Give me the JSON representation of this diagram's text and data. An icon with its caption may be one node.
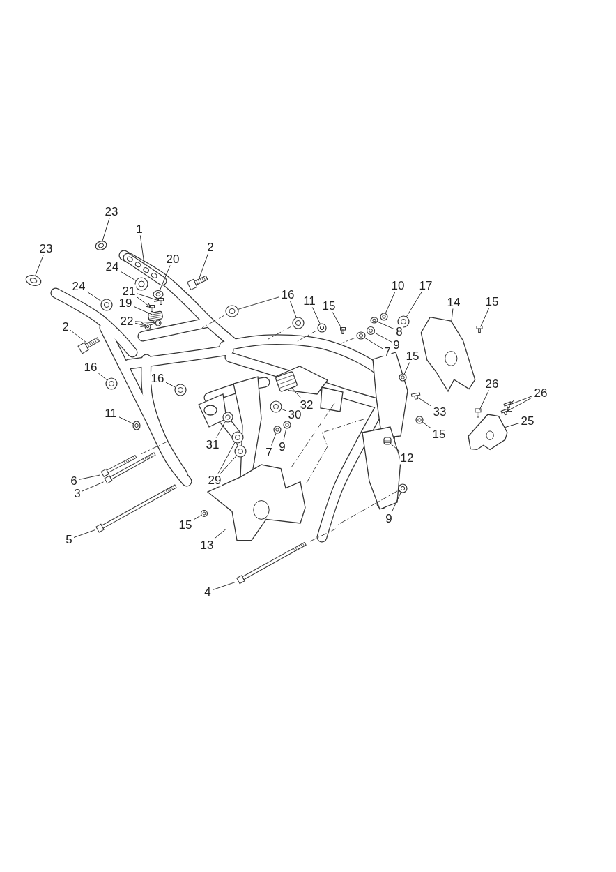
{
  "diagram": {
    "nodes": [
      {
        "text": [
          "23"
        ]
      },
      {
        "text": [],
        "shape": "circle"
      },
      {
        "text": [
          "1"
        ]
      },
      {
        "text": [
          "23"
        ]
      },
      {
        "text": [],
        "shape": "circle"
      },
      {
        "text": [
          "2"
        ]
      },
      {
        "text": [],
        "shape": "bolt"
      },
      {
        "text": [
          "24"
        ]
      },
      {
        "text": [],
        "shape": "circle"
      },
      {
        "text": [
          "20"
        ]
      },
      {
        "text": [],
        "shape": "circle"
      },
      {
        "text": [
          "24"
        ]
      },
      {
        "text": [],
        "shape": "circle"
      },
      {
        "text": [
          "21"
        ]
      },
      {
        "text": [],
        "shape": "bolt"
      },
      {
        "text": [],
        "shape": "bolt"
      },
      {
        "text": [
          "19"
        ]
      },
      {
        "text": [],
        "shape": "box"
      },
      {
        "text": [
          "22"
        ]
      },
      {
        "text": [],
        "shape": "circle"
      },
      {
        "text": [],
        "shape": "circle"
      },
      {
        "text": [
          "2"
        ]
      },
      {
        "text": [],
        "shape": "bolt"
      },
      {
        "text": [
          "16"
        ]
      },
      {
        "text": [],
        "shape": "circle"
      },
      {
        "text": [],
        "shape": "circle"
      },
      {
        "text": [
          "11"
        ]
      },
      {
        "text": [],
        "shape": "circle"
      },
      {
        "text": [
          "15"
        ]
      },
      {
        "text": [],
        "shape": "bolt"
      },
      {
        "text": [
          "10"
        ]
      },
      {
        "text": [],
        "shape": "circle"
      },
      {
        "text": [
          "17"
        ]
      },
      {
        "text": [],
        "shape": "circle"
      },
      {
        "text": [
          "14"
        ]
      },
      {
        "text": [],
        "shape": "picture"
      },
      {
        "text": [
          "15"
        ]
      },
      {
        "text": [],
        "shape": "bolt"
      },
      {
        "text": [
          "8"
        ]
      },
      {
        "text": [],
        "shape": "circle"
      },
      {
        "text": [
          "9"
        ]
      },
      {
        "text": [],
        "shape": "circle"
      },
      {
        "text": [
          "7"
        ]
      },
      {
        "text": [],
        "shape": "circle"
      },
      {
        "text": [
          "15"
        ]
      },
      {
        "text": [],
        "shape": "circle"
      },
      {
        "text": [
          "16"
        ]
      },
      {
        "text": [],
        "shape": "circle"
      },
      {
        "text": [
          "16"
        ]
      },
      {
        "text": [],
        "shape": "circle"
      },
      {
        "text": [
          "11"
        ]
      },
      {
        "text": [],
        "shape": "circle"
      },
      {
        "text": [
          "32"
        ]
      },
      {
        "text": [],
        "shape": "box"
      },
      {
        "text": [
          "30"
        ]
      },
      {
        "text": [],
        "shape": "circle"
      },
      {
        "text": [
          "33"
        ]
      },
      {
        "text": [],
        "shape": "bolt"
      },
      {
        "text": [
          "26"
        ]
      },
      {
        "text": [],
        "shape": "bolt"
      },
      {
        "text": [
          "26"
        ]
      },
      {
        "text": [],
        "shape": "bolt"
      },
      {
        "text": [],
        "shape": "bolt"
      },
      {
        "text": [
          "15"
        ]
      },
      {
        "text": [],
        "shape": "circle"
      },
      {
        "text": [
          "25"
        ]
      },
      {
        "text": [],
        "shape": "picture"
      },
      {
        "text": [
          "12"
        ]
      },
      {
        "text": [
          "31"
        ]
      },
      {
        "text": [],
        "shape": "circle"
      },
      {
        "text": [
          "7"
        ]
      },
      {
        "text": [],
        "shape": "circle"
      },
      {
        "text": [
          "9"
        ]
      },
      {
        "text": [],
        "shape": "circle"
      },
      {
        "text": [
          "29"
        ]
      },
      {
        "text": [],
        "shape": "circle"
      },
      {
        "text": [],
        "shape": "circle"
      },
      {
        "text": [
          "6"
        ]
      },
      {
        "text": [],
        "shape": "bolt"
      },
      {
        "text": [
          "3"
        ]
      },
      {
        "text": [],
        "shape": "bolt"
      },
      {
        "text": [
          "9"
        ]
      },
      {
        "text": [],
        "shape": "circle"
      },
      {
        "text": [
          "5"
        ]
      },
      {
        "text": [],
        "shape": "bolt"
      },
      {
        "text": [
          "15"
        ]
      },
      {
        "text": [],
        "shape": "circle"
      },
      {
        "text": [
          "13"
        ]
      },
      {
        "text": [],
        "shape": "picture"
      },
      {
        "text": [
          "4"
        ]
      },
      {
        "text": [],
        "shape": "bolt"
      },
      {
        "text": [],
        "shape": "bar"
      },
      {
        "text": [],
        "shape": "box"
      }
    ],
    "edges": [
      {
        "from": 0,
        "to": 1,
        "arrow": "none"
      },
      {
        "from": 2,
        "to": 91,
        "arrow": "none"
      },
      {
        "from": 3,
        "to": 4,
        "arrow": "none"
      },
      {
        "from": 5,
        "to": 6,
        "arrow": "none"
      },
      {
        "from": 7,
        "to": 8,
        "arrow": "none"
      },
      {
        "from": 9,
        "to": 10,
        "arrow": "none"
      },
      {
        "from": 11,
        "to": 12,
        "arrow": "none"
      },
      {
        "from": 13,
        "to": 14,
        "arrow": "to"
      },
      {
        "from": 13,
        "to": 15,
        "arrow": "to"
      },
      {
        "from": 16,
        "to": 17,
        "arrow": "none"
      },
      {
        "from": 18,
        "to": 19,
        "arrow": "to"
      },
      {
        "from": 18,
        "to": 20,
        "arrow": "to"
      },
      {
        "from": 21,
        "to": 22,
        "arrow": "none"
      },
      {
        "from": 23,
        "to": 24,
        "arrow": "none"
      },
      {
        "from": 23,
        "to": 25,
        "arrow": "none"
      },
      {
        "from": 26,
        "to": 27,
        "arrow": "none"
      },
      {
        "from": 28,
        "to": 29,
        "arrow": "none"
      },
      {
        "from": 30,
        "to": 31,
        "arrow": "none"
      },
      {
        "from": 32,
        "to": 33,
        "arrow": "none"
      },
      {
        "from": 34,
        "to": 35,
        "arrow": "none"
      },
      {
        "from": 36,
        "to": 37,
        "arrow": "none"
      },
      {
        "from": 38,
        "to": 39,
        "arrow": "none"
      },
      {
        "from": 40,
        "to": 41,
        "arrow": "none"
      },
      {
        "from": 42,
        "to": 43,
        "arrow": "none"
      },
      {
        "from": 44,
        "to": 45,
        "arrow": "none"
      },
      {
        "from": 46,
        "to": 47,
        "arrow": "none"
      },
      {
        "from": 48,
        "to": 49,
        "arrow": "none"
      },
      {
        "from": 50,
        "to": 51,
        "arrow": "none"
      },
      {
        "from": 52,
        "to": 53,
        "arrow": "none"
      },
      {
        "from": 54,
        "to": 55,
        "arrow": "none"
      },
      {
        "from": 56,
        "to": 57,
        "arrow": "none"
      },
      {
        "from": 58,
        "to": 59,
        "arrow": "none"
      },
      {
        "from": 60,
        "to": 61,
        "arrow": "to"
      },
      {
        "from": 60,
        "to": 62,
        "arrow": "to"
      },
      {
        "from": 63,
        "to": 64,
        "arrow": "none"
      },
      {
        "from": 65,
        "to": 66,
        "arrow": "none"
      },
      {
        "from": 67,
        "to": 92,
        "arrow": "none"
      },
      {
        "from": 68,
        "to": 69,
        "arrow": "none"
      },
      {
        "from": 70,
        "to": 71,
        "arrow": "none"
      },
      {
        "from": 72,
        "to": 73,
        "arrow": "none"
      },
      {
        "from": 74,
        "to": 75,
        "arrow": "none"
      },
      {
        "from": 74,
        "to": 76,
        "arrow": "none"
      },
      {
        "from": 77,
        "to": 78,
        "arrow": "none"
      },
      {
        "from": 79,
        "to": 80,
        "arrow": "none"
      },
      {
        "from": 81,
        "to": 82,
        "arrow": "none"
      },
      {
        "from": 83,
        "to": 84,
        "arrow": "none"
      },
      {
        "from": 85,
        "to": 86,
        "arrow": "none"
      },
      {
        "from": 87,
        "to": 88,
        "arrow": "none"
      },
      {
        "from": 89,
        "to": 90,
        "arrow": "none"
      }
    ]
  }
}
